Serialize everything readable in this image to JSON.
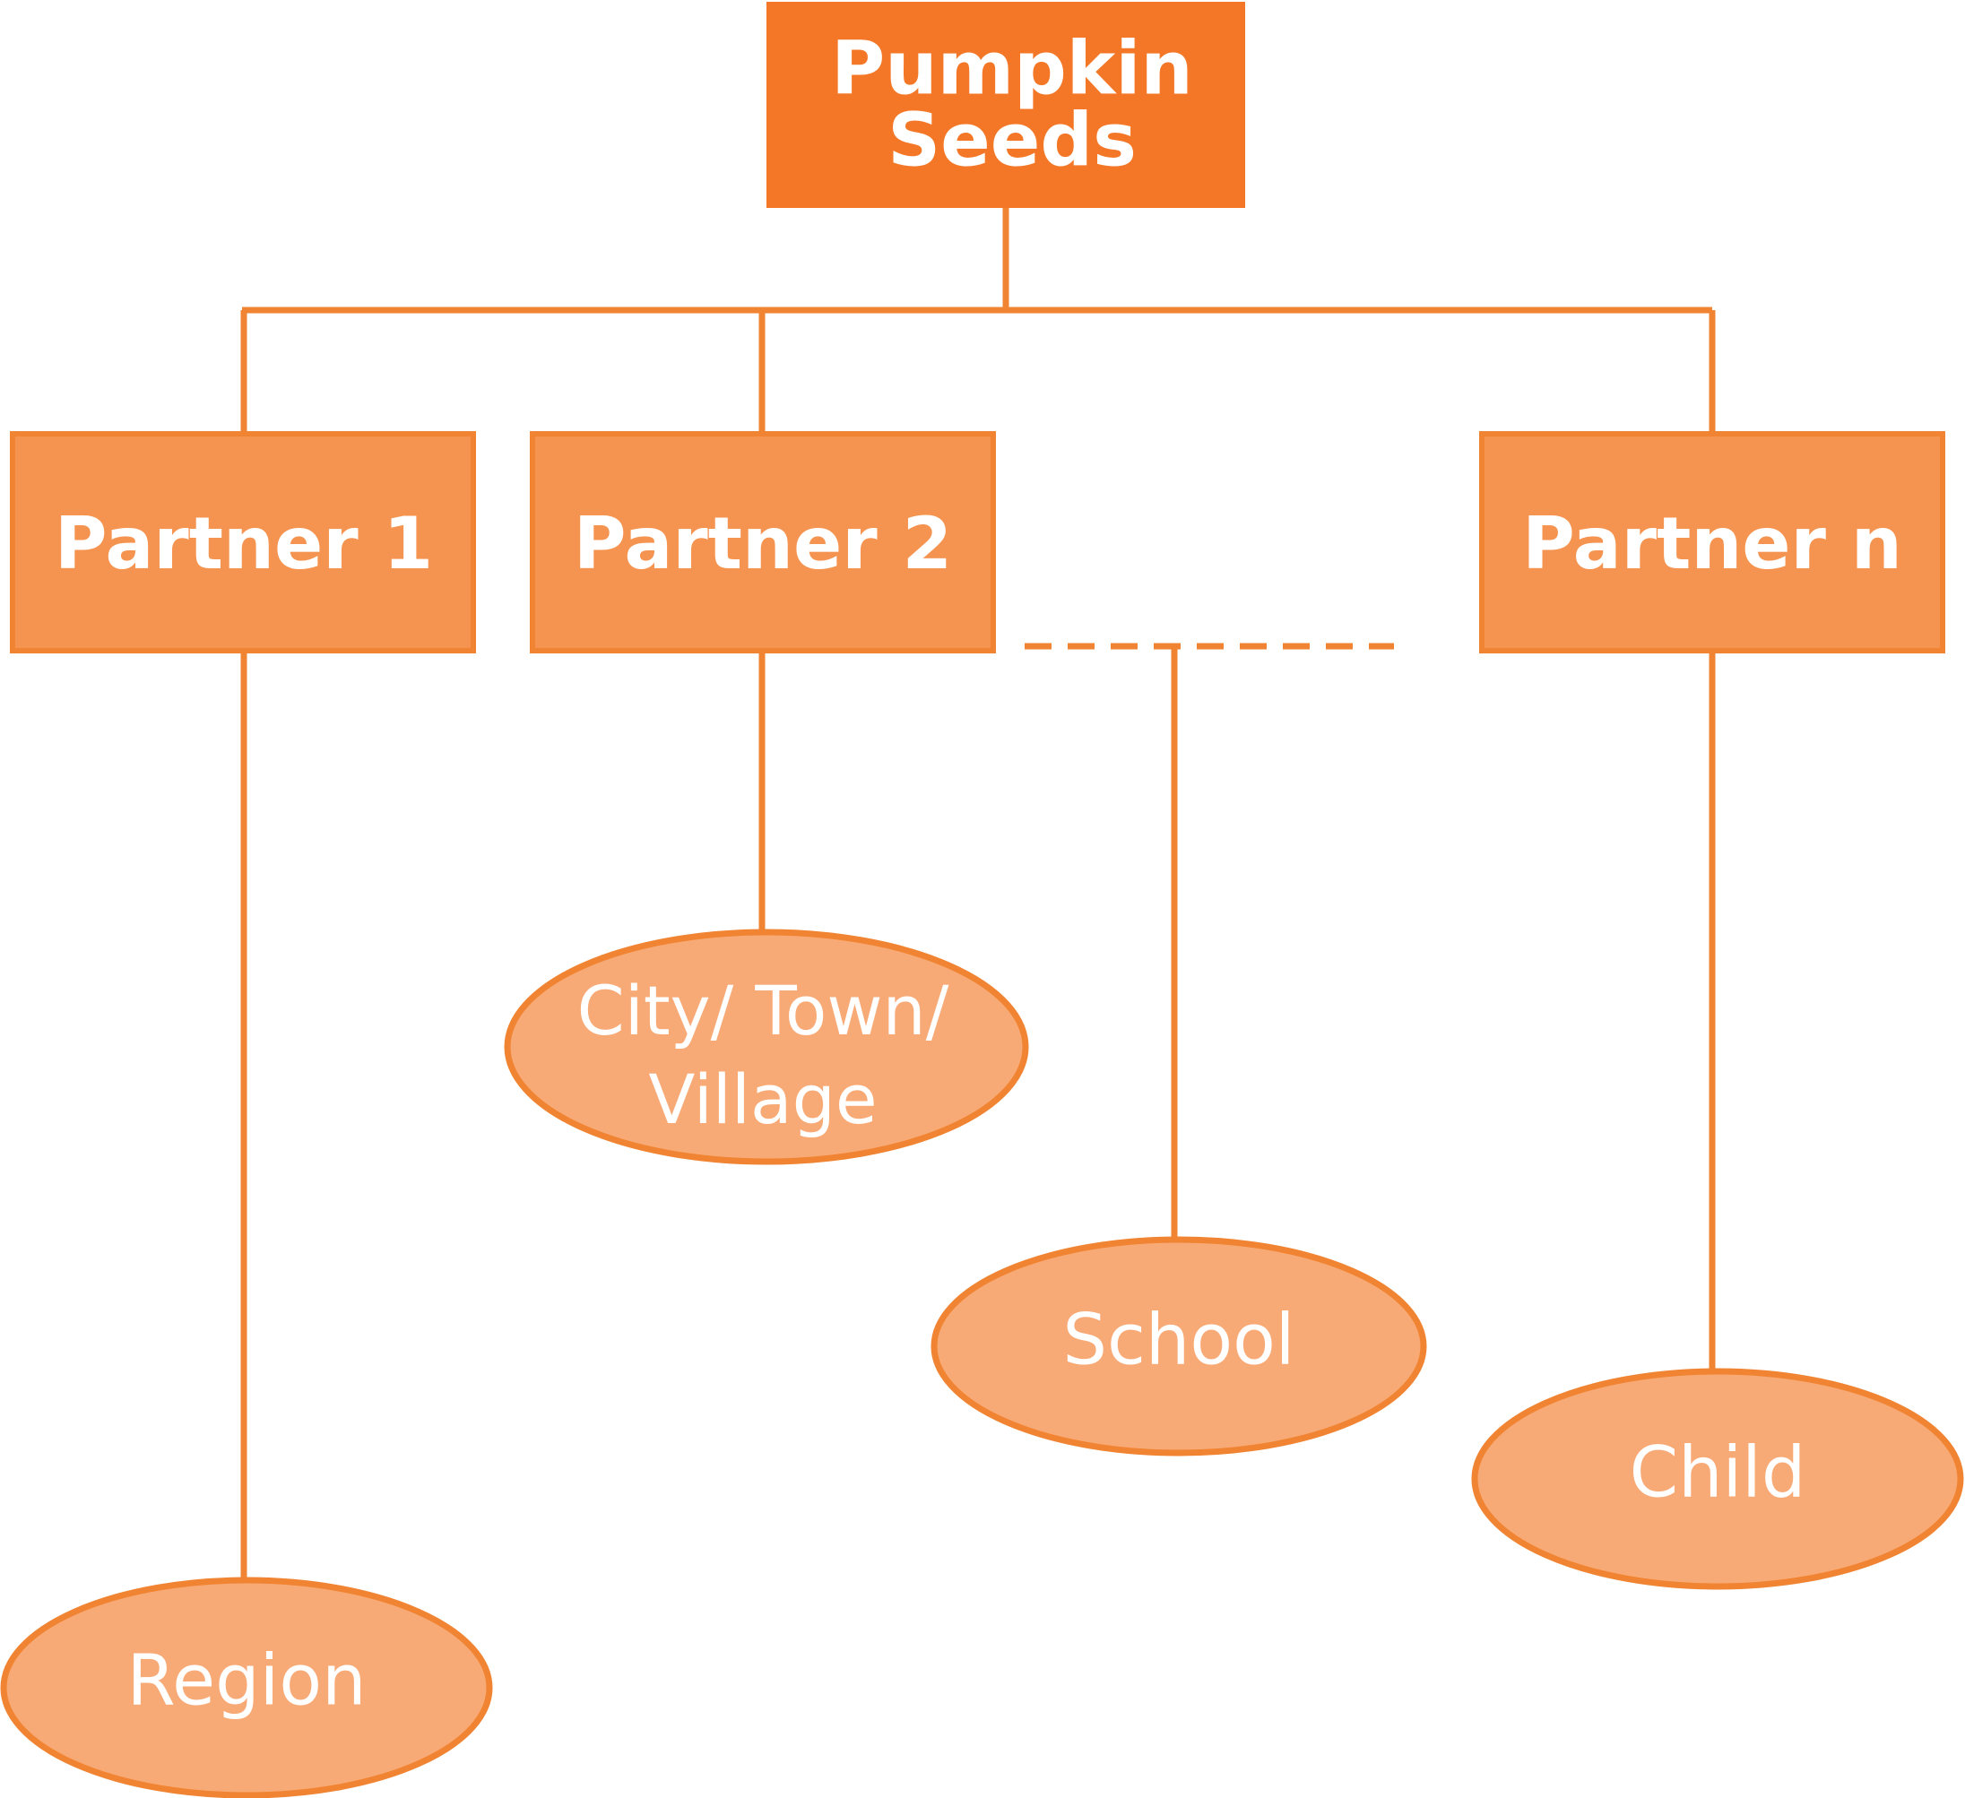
{
  "colors": {
    "root_fill": "#f37726",
    "partner_fill": "#f59450",
    "partner_stroke": "#f08432",
    "ellipse_fill": "#f8aa76",
    "ellipse_stroke": "#f08432",
    "connector": "#f08432",
    "text": "#ffffff"
  },
  "root": {
    "line1": "Pumpkin",
    "line2": "Seeds"
  },
  "partners": [
    {
      "label": "Partner 1"
    },
    {
      "label": "Partner 2"
    },
    {
      "label": "Partner n"
    }
  ],
  "levels": [
    {
      "label": "Region"
    },
    {
      "line1": "City/ Town/",
      "line2": "Village"
    },
    {
      "label": "School"
    },
    {
      "label": "Child"
    }
  ]
}
